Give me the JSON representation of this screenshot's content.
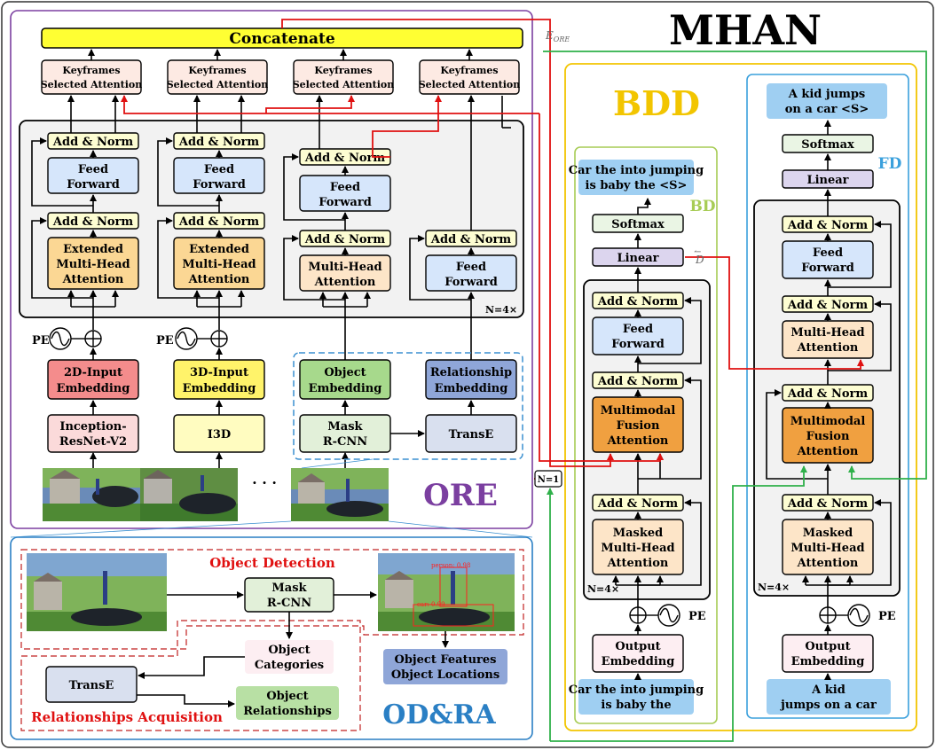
{
  "title": "MHAN",
  "sections": {
    "ore": "ORE",
    "odra": "OD&RA",
    "bdd": "BDD",
    "bd": "BD",
    "fd": "FD"
  },
  "math": {
    "e_ore": "E",
    "e_ore_sub": "ORE",
    "d_back": "D",
    "n4": "N=4×",
    "n1": "N=1",
    "pe": "PE"
  },
  "ore": {
    "concatenate": "Concatenate",
    "keyframes": [
      "Keyframes",
      "Selected Attention"
    ],
    "add_norm": "Add & Norm",
    "feed_forward": [
      "Feed",
      "Forward"
    ],
    "extended_mha": [
      "Extended",
      "Multi-Head",
      "Attention"
    ],
    "mha": [
      "Multi-Head",
      "Attention"
    ],
    "emb_2d": [
      "2D-Input",
      "Embedding"
    ],
    "emb_3d": [
      "3D-Input",
      "Embedding"
    ],
    "obj_emb": [
      "Object",
      "Embedding"
    ],
    "rel_emb": [
      "Relationship",
      "Embedding"
    ],
    "inception": [
      "Inception-",
      "ResNet-V2"
    ],
    "i3d": "I3D",
    "mask_rcnn": [
      "Mask",
      "R-CNN"
    ],
    "transe": "TransE",
    "ellipsis": "· · ·"
  },
  "odra": {
    "object_detection": "Object Detection",
    "mask_rcnn": [
      "Mask",
      "R-CNN"
    ],
    "object_categories": [
      "Object",
      "Categories"
    ],
    "transe": "TransE",
    "object_relationships": [
      "Object",
      "Relationships"
    ],
    "object_features": [
      "Object Features",
      "Object Locations"
    ],
    "relationships_acquisition": "Relationships Acquisition",
    "detection_label_1": "person: 0.98",
    "detection_label_2": "car: 0.99"
  },
  "bd": {
    "output_top": [
      "Car the into jumping",
      "is baby the <S>"
    ],
    "softmax": "Softmax",
    "linear": "Linear",
    "add_norm": "Add & Norm",
    "feed_forward": [
      "Feed",
      "Forward"
    ],
    "mm_fusion": [
      "Multimodal",
      "Fusion",
      "Attention"
    ],
    "masked_mha": [
      "Masked",
      "Multi-Head",
      "Attention"
    ],
    "output_embedding": [
      "Output",
      "Embedding"
    ],
    "input_bottom": [
      "Car the into jumping",
      "is baby the"
    ]
  },
  "fd": {
    "output_top": [
      "A kid jumps",
      "on a car <S>"
    ],
    "softmax": "Softmax",
    "linear": "Linear",
    "add_norm": "Add & Norm",
    "feed_forward": [
      "Feed",
      "Forward"
    ],
    "mha": [
      "Multi-Head",
      "Attention"
    ],
    "mm_fusion": [
      "Multimodal",
      "Fusion",
      "Attention"
    ],
    "masked_mha": [
      "Masked",
      "Multi-Head",
      "Attention"
    ],
    "output_embedding": [
      "Output",
      "Embedding"
    ],
    "input_bottom": [
      "A kid",
      "jumps on a car"
    ]
  },
  "colors": {
    "ore_border": "#7b3fa0",
    "odra_border": "#2a7fc4",
    "bdd_border": "#f2c500",
    "bd_border": "#a7cc55",
    "fd_border": "#3aa0dc",
    "red_arrow": "#e01010",
    "green_arrow": "#2fb04a",
    "concat": "#ffff33",
    "add_norm": "#fdfdd2",
    "feed_forward": "#d6e6fb",
    "attention": "#fbd794",
    "attention_light": "#fde5c8",
    "mm_fusion": "#f0a040",
    "linear": "#dcd5ee",
    "softmax": "#eaf5e4",
    "text_blue_box": "#9fcff2",
    "emb_2d": "#f48c8c",
    "emb_3d": "#fff36a",
    "obj_emb": "#a7d98c",
    "rel_emb": "#8fa6d8",
    "keyframes": "#fdeae3",
    "inception": "#fbdada",
    "i3d": "#fffcc0",
    "mask_rcnn": "#e2f0d9",
    "transe": "#d9e0ef",
    "output_emb": "#fdeef2",
    "stack_bg": "#f2f2f2"
  }
}
